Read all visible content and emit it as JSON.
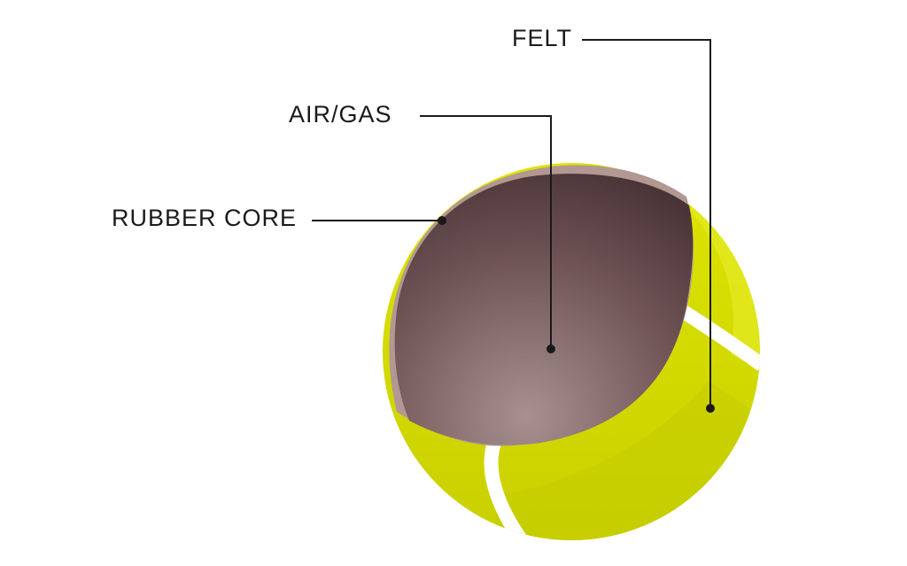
{
  "labels": {
    "felt": "FELT",
    "air_gas": "AIR/GAS",
    "rubber_core": "RUBBER CORE"
  },
  "colors": {
    "felt_yellow": "#d4dc00",
    "felt_highlight": "#e4ea2a",
    "seam": "#ffffff",
    "rubber_shell": "#b29892",
    "core_dark": "#4a3033",
    "core_light": "#a89090",
    "leader_line": "#1a1a1a"
  }
}
